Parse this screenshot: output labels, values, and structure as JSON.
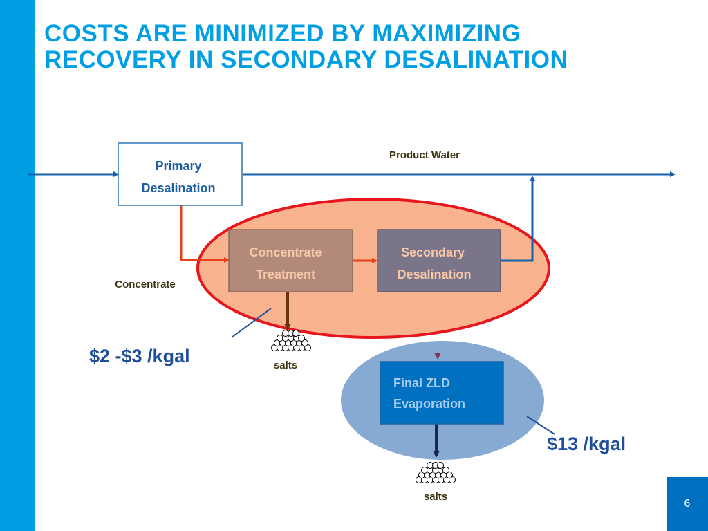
{
  "slide": {
    "title_line1": "COSTS ARE MINIMIZED BY MAXIMIZING",
    "title_line2": "RECOVERY IN SECONDARY DESALINATION",
    "page_number": "6"
  },
  "diagram": {
    "primary_box": {
      "line1": "Primary",
      "line2": "Desalination"
    },
    "concentrate_box": {
      "line1": "Concentrate",
      "line2": "Treatment"
    },
    "secondary_box": {
      "line1": "Secondary",
      "line2": "Desalination"
    },
    "zld_box": {
      "line1": "Final ZLD",
      "line2": "Evaporation"
    },
    "labels": {
      "product_water": "Product Water",
      "concentrate": "Concentrate",
      "salts_1": "salts",
      "salts_2": "salts"
    },
    "costs": {
      "secondary_cost": "$2 -$3 /kgal",
      "zld_cost": "$13 /kgal"
    }
  },
  "colors": {
    "accent_blue": "#009fe3",
    "dark_blue": "#0070c0",
    "red_outline": "#e8161c",
    "orange_fill": "#f9b48f"
  }
}
